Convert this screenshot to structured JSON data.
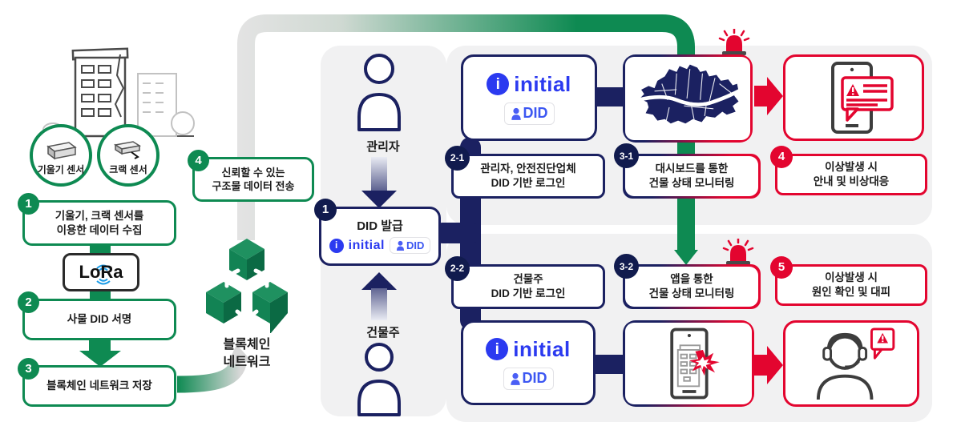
{
  "colors": {
    "green": "#0E8A52",
    "navy": "#1B2161",
    "red": "#E3052F",
    "blue": "#2B3AF0",
    "panel": "#F1F1F2"
  },
  "sensors": {
    "tilt_label": "기울기 센서",
    "crack_label": "크랙 센서"
  },
  "left_steps": {
    "s1": {
      "num": "1",
      "line1": "기울기, 크랙 센서를",
      "line2": "이용한 데이터 수집"
    },
    "lora": "LoRa",
    "s2": {
      "num": "2",
      "line1": "사물 DID 서명"
    },
    "s3": {
      "num": "3",
      "line1": "블록체인 네트워크 저장"
    },
    "s4": {
      "num": "4",
      "line1": "신뢰할 수 있는",
      "line2": "구조물 데이터 전송"
    },
    "blockchain": {
      "line1": "블록체인",
      "line2": "네트워크"
    }
  },
  "actors": {
    "manager": "관리자",
    "owner": "건물주"
  },
  "did_issue": {
    "num": "1",
    "title": "DID 발급"
  },
  "logo": {
    "initial": "initial",
    "did": "DID"
  },
  "flow_boxes": {
    "b21": {
      "num": "2-1",
      "line1": "관리자, 안전진단업체",
      "line2": "DID 기반 로그인"
    },
    "b22": {
      "num": "2-2",
      "line1": "건물주",
      "line2": "DID 기반 로그인"
    },
    "b31": {
      "num": "3-1",
      "line1": "대시보드를 통한",
      "line2": "건물 상태 모니터링"
    },
    "b32": {
      "num": "3-2",
      "line1": "앱을 통한",
      "line2": "건물 상태 모니터링"
    },
    "b4": {
      "num": "4",
      "line1": "이상발생 시",
      "line2": "안내 및 비상대응"
    },
    "b5": {
      "num": "5",
      "line1": "이상발생 시",
      "line2": "원인 확인 및 대피"
    }
  }
}
